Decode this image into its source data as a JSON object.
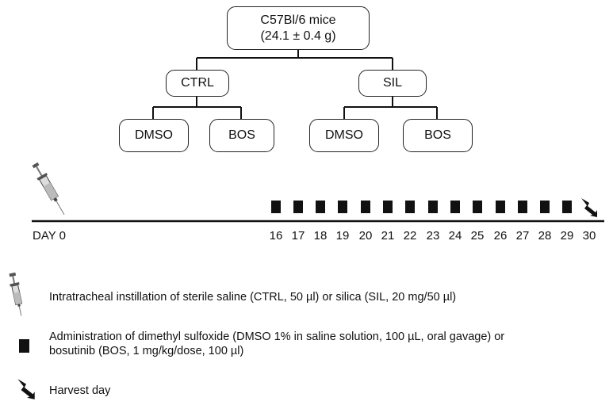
{
  "tree": {
    "root": {
      "line1": "C57Bl/6 mice",
      "line2": "(24.1 ± 0.4 g)"
    },
    "groups": [
      {
        "label": "CTRL",
        "children": [
          "DMSO",
          "BOS"
        ]
      },
      {
        "label": "SIL",
        "children": [
          "DMSO",
          "BOS"
        ]
      }
    ]
  },
  "timeline": {
    "start_label": "DAY 0",
    "dose_days": [
      "16",
      "17",
      "18",
      "19",
      "20",
      "21",
      "22",
      "23",
      "24",
      "25",
      "26",
      "27",
      "28",
      "29"
    ],
    "harvest_day": "30"
  },
  "legend": {
    "instillation": "Intratracheal instillation of sterile saline (CTRL, 50 µl) or silica (SIL, 20 mg/50 µl)",
    "administration_line1": "Administration of dimethyl sulfoxide (DMSO 1% in saline solution, 100 µL, oral gavage) or",
    "administration_line2": "bosutinib (BOS, 1 mg/kg/dose, 100 µl)",
    "harvest": "Harvest day"
  },
  "icons": {
    "syringe": "syringe-icon",
    "dose_marker": "black-square-icon",
    "harvest_marker": "lightning-bolt-icon"
  },
  "colors": {
    "line": "#111111",
    "box_border": "#222222"
  }
}
